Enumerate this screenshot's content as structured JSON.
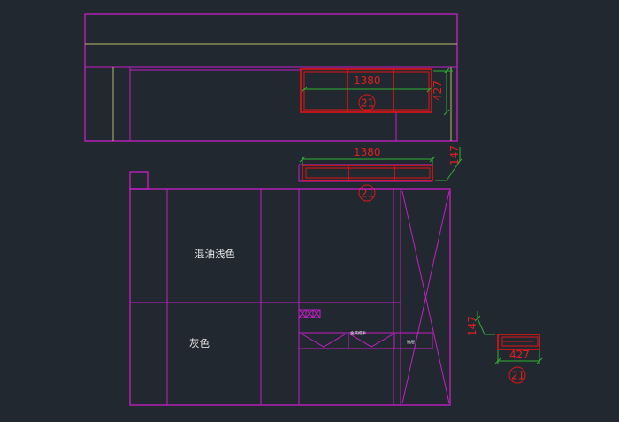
{
  "dimensions": {
    "top_width": "1380",
    "top_depth": "427",
    "mid_width": "1380",
    "mid_height": "147",
    "side_height": "147",
    "side_depth": "427"
  },
  "callouts": {
    "top": "21",
    "mid": "21",
    "side": "21"
  },
  "labels": {
    "paint_light": "混油浅色",
    "gray": "灰色",
    "small_left": "金属把手",
    "small_right": "抽屉"
  },
  "colors": {
    "background": "#212830",
    "outline": "#c81ec8",
    "cabinet": "#e01414",
    "dimension_line": "#30b030",
    "wall_line": "#b8b86a",
    "text": "#e8e8e8"
  }
}
